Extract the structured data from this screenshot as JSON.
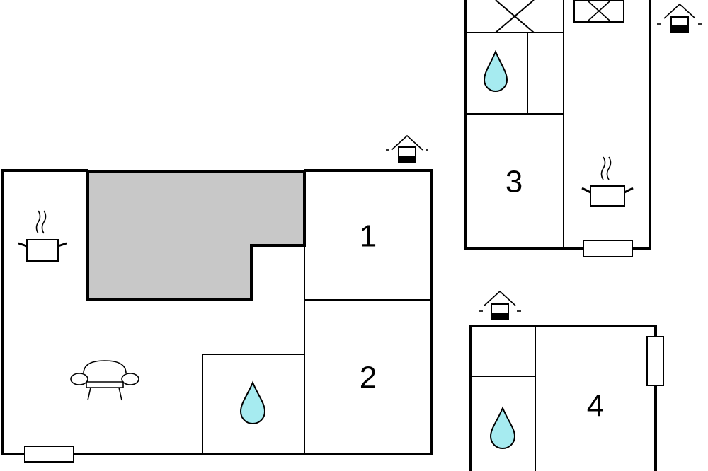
{
  "plans": [
    {
      "name": "ground-floor",
      "rooms": [
        {
          "number": "1"
        },
        {
          "number": "2"
        }
      ]
    },
    {
      "name": "upper-right-unit",
      "rooms": [
        {
          "number": "3"
        }
      ]
    },
    {
      "name": "lower-right-unit",
      "rooms": [
        {
          "number": "4"
        }
      ]
    }
  ],
  "icons": [
    "entrance-icon",
    "kitchen-icon",
    "sofa-icon",
    "bathroom-drop-icon",
    "window-icon",
    "skylight-icon"
  ],
  "colors": {
    "wall": "#000000",
    "terrace_fill": "#c8c8c8",
    "water_drop": "#a6ebf0",
    "background": "#ffffff"
  }
}
